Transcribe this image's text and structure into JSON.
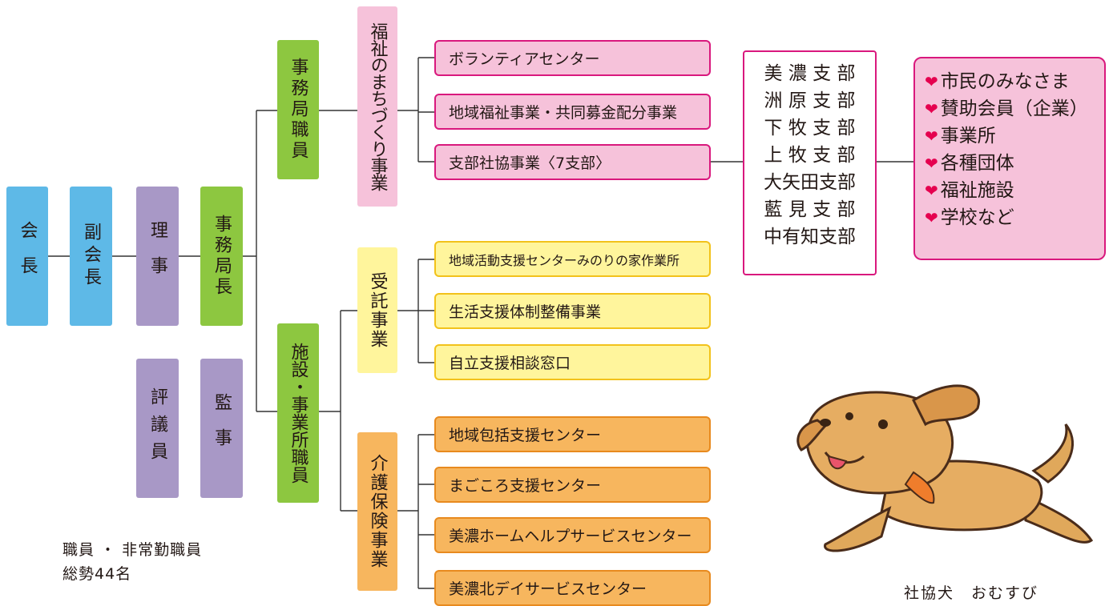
{
  "chain": {
    "president": "会長",
    "vice_president": "副会長",
    "director": "理事",
    "secretary_general": "事務局長",
    "councilors": "評議員",
    "auditors": "監事"
  },
  "divisions": {
    "office_staff": "事務局職員",
    "facility_staff": "施設・事業所職員"
  },
  "categories": {
    "welfare_community": "福祉のまちづくり事業",
    "commissioned": "受託事業",
    "care_insurance": "介護保険事業"
  },
  "programs": {
    "welfare": [
      "ボランティアセンター",
      "地域福祉事業・共同募金配分事業",
      "支部社協事業〈7支部〉"
    ],
    "commissioned": [
      "地域活動支援センターみのりの家作業所",
      "生活支援体制整備事業",
      "自立支援相談窓口"
    ],
    "care": [
      "地域包括支援センター",
      "まごころ支援センター",
      "美濃ホームヘルプサービスセンター",
      "美濃北デイサービスセンター"
    ]
  },
  "branches": [
    "美 濃 支 部",
    "洲 原 支 部",
    "下 牧 支 部",
    "上 牧 支 部",
    "大矢田支部",
    "藍 見 支 部",
    "中有知支部"
  ],
  "members": {
    "bullet": "❤",
    "items": [
      "市民のみなさま",
      "賛助会員（企業）",
      "事業所",
      "各種団体",
      "福祉施設",
      "学校など"
    ]
  },
  "staff_note": {
    "line1": "職員 ・ 非常勤職員",
    "line2": "総勢44名"
  },
  "mascot": {
    "caption": "社協犬　おむすび",
    "icon": "running-dog-icon"
  },
  "colors": {
    "blue": "#5eb9e7",
    "purple": "#a898c6",
    "green": "#8dc740",
    "pink": "#f6c2da",
    "magenta_border": "#d9187d",
    "yellow": "#fff59c",
    "orange": "#f7b65e",
    "heart": "#e5004f"
  }
}
